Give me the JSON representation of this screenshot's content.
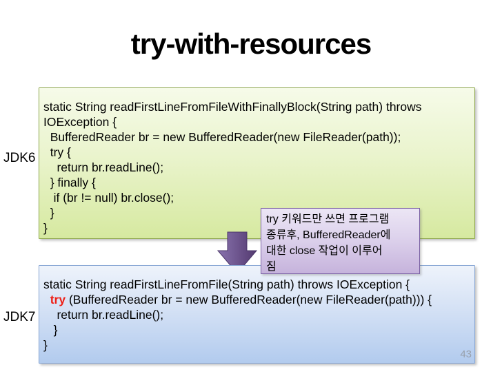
{
  "slide": {
    "title": "try-with-resources",
    "page_number": "43"
  },
  "labels": {
    "jdk6": "JDK6",
    "jdk7": "JDK7"
  },
  "jdk6_code": {
    "lines": [
      [
        {
          "t": "static String readFirstLineFromFileWithFinallyBlock(String path) throws"
        }
      ],
      [
        {
          "t": "IOException {"
        }
      ],
      [
        {
          "t": "  BufferedReader br = new BufferedReader(new FileReader(path));"
        }
      ],
      [
        {
          "t": "  try {"
        }
      ],
      [
        {
          "t": "    return br.readLine();"
        }
      ],
      [
        {
          "t": "  } finally {"
        }
      ],
      [
        {
          "t": "   if (br != null) br.close();"
        }
      ],
      [
        {
          "t": "  }"
        }
      ],
      [
        {
          "t": "}"
        }
      ]
    ]
  },
  "jdk7_code": {
    "lines": [
      [
        {
          "t": "static String readFirstLineFromFile(String path) throws IOException {"
        }
      ],
      [
        {
          "t": "  "
        },
        {
          "t": "try",
          "k": true
        },
        {
          "t": " (BufferedReader br = new BufferedReader(new FileReader(path))) {"
        }
      ],
      [
        {
          "t": "    return br.readLine();"
        }
      ],
      [
        {
          "t": "   }"
        }
      ],
      [
        {
          "t": "}"
        }
      ]
    ]
  },
  "callout": {
    "lines": [
      "try 키워드만 쓰면 프로그램",
      "종류후, BufferedReader에",
      "대한 close 작업이 이루어",
      "짐"
    ]
  },
  "icons": {
    "down_arrow": "down-arrow"
  },
  "colors": {
    "title_text": "#000000",
    "green_box_border": "#8fa84e",
    "green_box_fill_top": "#f6fbe9",
    "green_box_fill_bottom": "#d6e9a0",
    "blue_box_border": "#89a7d4",
    "blue_box_fill_top": "#eef3fb",
    "blue_box_fill_bottom": "#b2cbee",
    "callout_border": "#7c63a5",
    "callout_fill_top": "#ece6f5",
    "callout_fill_bottom": "#c6b3dc",
    "arrow_fill": "#604a7b",
    "keyword_red": "#ee2017",
    "page_number_gray": "#98a0ac"
  }
}
